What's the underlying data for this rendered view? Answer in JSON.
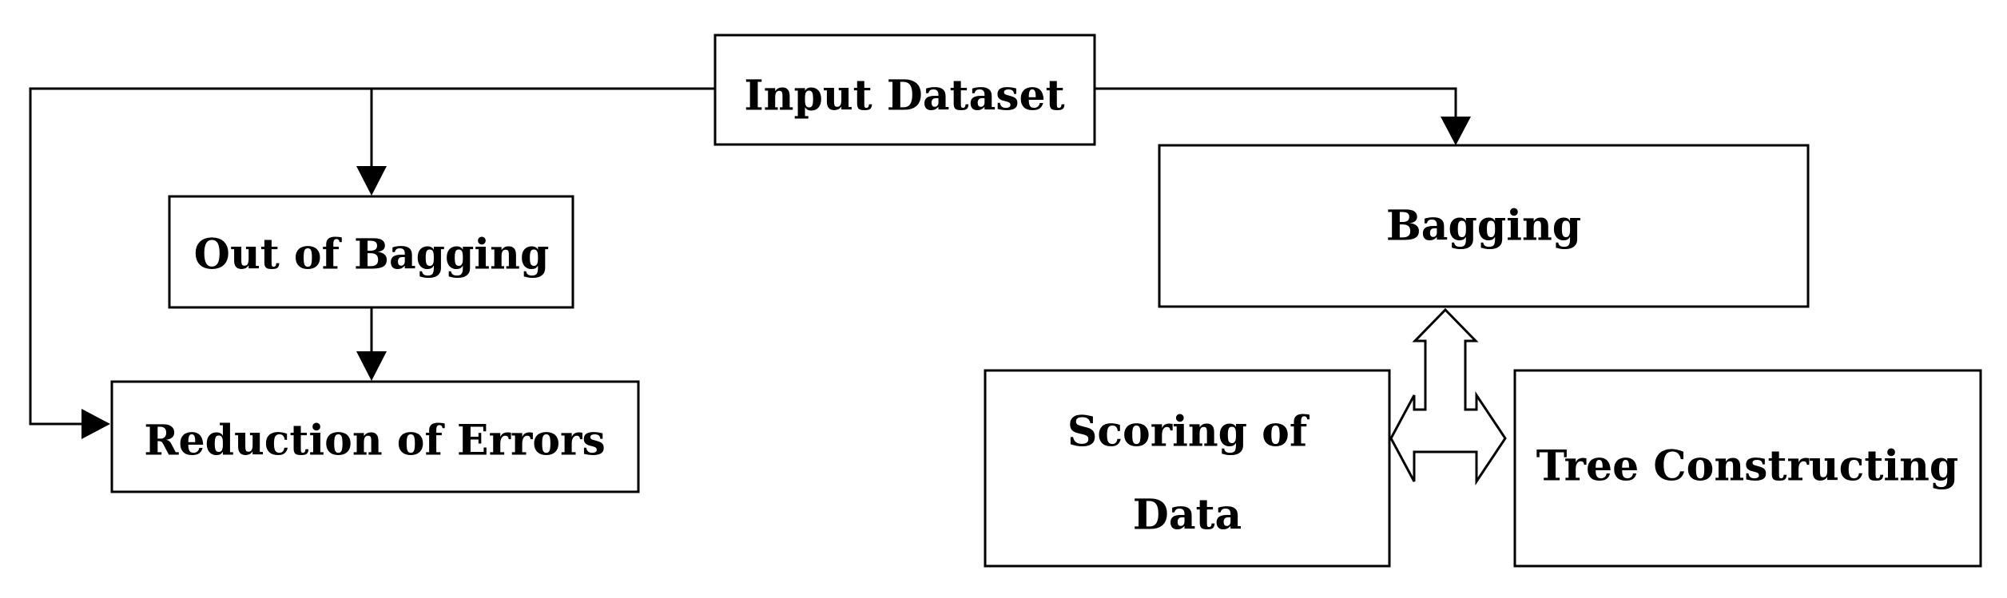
{
  "nodes": {
    "input_dataset": "Input Dataset",
    "out_of_bagging": "Out of Bagging",
    "reduction_of_errors": "Reduction of Errors",
    "bagging": "Bagging",
    "scoring_of_data_line1": "Scoring of",
    "scoring_of_data_line2": "Data",
    "tree_constructing": "Tree Constructing"
  },
  "edges": [
    {
      "from": "input_dataset",
      "to": "out_of_bagging",
      "style": "solid-arrow"
    },
    {
      "from": "input_dataset",
      "to": "reduction_of_errors",
      "style": "solid-arrow"
    },
    {
      "from": "out_of_bagging",
      "to": "reduction_of_errors",
      "style": "solid-arrow"
    },
    {
      "from": "input_dataset",
      "to": "bagging",
      "style": "solid-arrow"
    },
    {
      "from": "bagging",
      "to": "scoring_of_data",
      "style": "hollow-three-way-arrow"
    },
    {
      "from": "bagging",
      "to": "tree_constructing",
      "style": "hollow-three-way-arrow"
    }
  ],
  "colors": {
    "stroke": "#000000",
    "background": "#ffffff"
  }
}
